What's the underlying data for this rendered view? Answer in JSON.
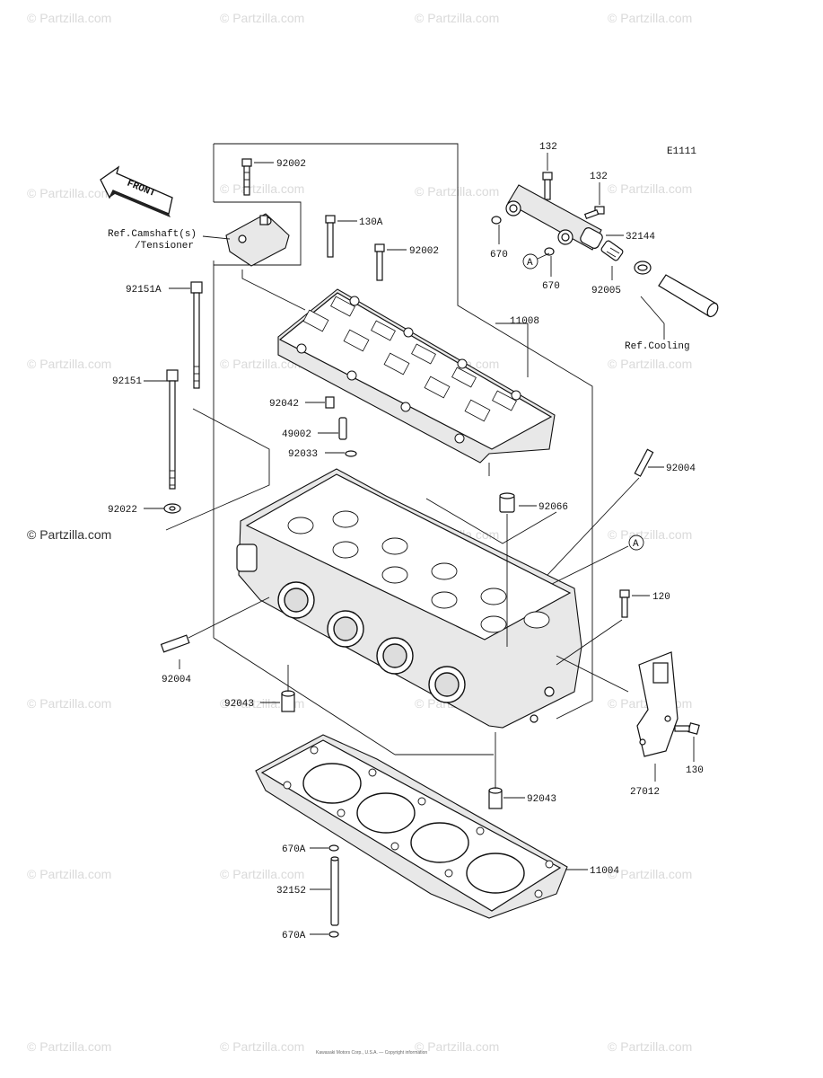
{
  "diagram_id": "E1111",
  "front_label": "FRONT",
  "part_numbers": {
    "p92002_top": "92002",
    "p130A": "130A",
    "p92002_mid": "92002",
    "p92151A": "92151A",
    "p92151": "92151",
    "p11008": "11008",
    "p92042": "92042",
    "p49002": "49002",
    "p92033": "92033",
    "p92022": "92022",
    "p92004_right": "92004",
    "p92066": "92066",
    "p120": "120",
    "p92004_left": "92004",
    "p92043_left": "92043",
    "p130": "130",
    "p27012": "27012",
    "p92043_right": "92043",
    "p670A_top": "670A",
    "p11004": "11004",
    "p32152": "32152",
    "p670A_bot": "670A",
    "p132_a": "132",
    "p132_b": "132",
    "p32144": "32144",
    "p670_a": "670",
    "p670_b": "670",
    "p92005": "92005"
  },
  "references": {
    "camshaft_line1": "Ref.Camshaft(s)",
    "camshaft_line2": "/Tensioner",
    "cooling": "Ref.Cooling"
  },
  "markers": {
    "a1": "A",
    "a2": "A"
  },
  "watermark": "© Partzilla.com",
  "copyright": "Kawasaki Motors Corp., U.S.A. — Copyright information"
}
